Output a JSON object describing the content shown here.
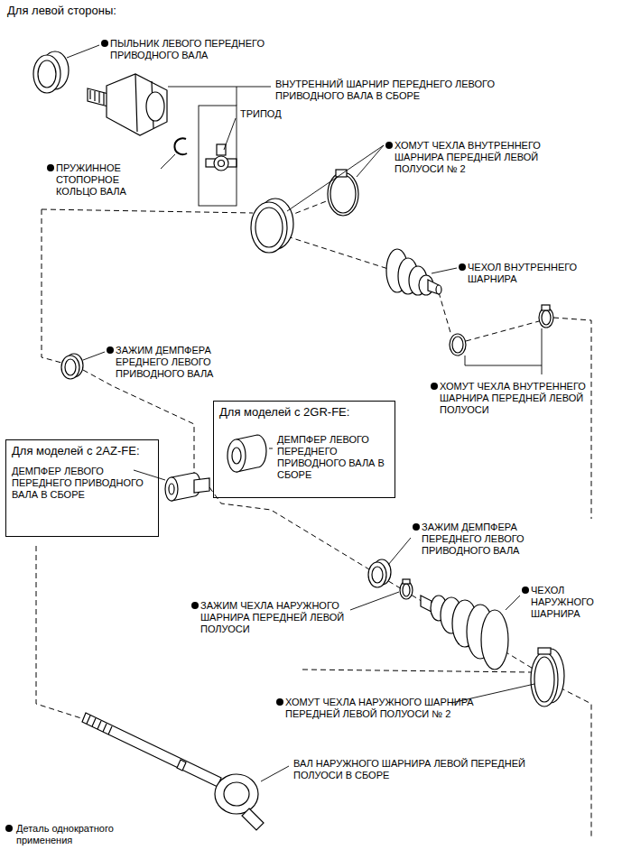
{
  "diagram": {
    "title": "Для левой стороны:",
    "nodes": [
      {
        "text": [
          "Для моделей с 2GR-FE:",
          "ДЕМПФЕР ЛЕВОГО ПЕРЕДНЕГО ПРИВОДНОГО ВАЛА В СБОРЕ"
        ]
      },
      {
        "text": [
          "Для моделей с 2AZ-FE:",
          "ДЕМПФЕР ЛЕВОГО ПЕРЕДНЕГО ПРИВОДНОГО ВАЛА В СБОРЕ"
        ]
      }
    ],
    "labels": [
      "ПЫЛЬНИК ЛЕВОГО ПЕРЕДНЕГО ПРИВОДНОГО ВАЛА",
      "ВНУТРЕННИЙ ШАРНИР ПЕРЕДНЕГО ЛЕВОГО ПРИВОДНОГО ВАЛА В СБОРЕ",
      "ТРИПОД",
      "ХОМУТ ЧЕХЛА ВНУТРЕННЕГО ШАРНИРА ПЕРЕДНЕЙ ЛЕВОЙ ПОЛУОСИ № 2",
      "ПРУЖИННОЕ СТОПОРНОЕ КОЛЬЦО ВАЛА",
      "ЧЕХОЛ ВНУТРЕННЕГО ШАРНИРА",
      "ЗАЖИМ ДЕМПФЕРА ЕРЕДНЕГО ЛЕВОГО ПРИВОДНОГО ВАЛА",
      "ХОМУТ ЧЕХЛА ВНУТРЕННЕГО ШАРНИРА ПЕРЕДНЕЙ ЛЕВОЙ ПОЛУОСИ",
      "ЗАЖИМ ДЕМПФЕРА ПЕРЕДНЕГО ЛЕВОГО ПРИВОДНОГО ВАЛА",
      "ЧЕХОЛ НАРУЖНОГО ШАРНИРА",
      "ЗАЖИМ ЧЕХЛА НАРУЖНОГО ШАРНИРА ПЕРЕДНЕЙ ЛЕВОЙ ПОЛУОСИ",
      "ХОМУТ ЧЕХЛА НАРУЖНОГО ШАРНИРА ПЕРЕДНЕЙ ЛЕВОЙ ПОЛУОСИ № 2",
      "ВАЛ НАРУЖНОГО ШАРНИРА ЛЕВОЙ ПЕРЕДНЕЙ ПОЛУОСИ В СБОРЕ"
    ],
    "legend": [
      {
        "text": "Деталь однократного применения"
      }
    ]
  }
}
